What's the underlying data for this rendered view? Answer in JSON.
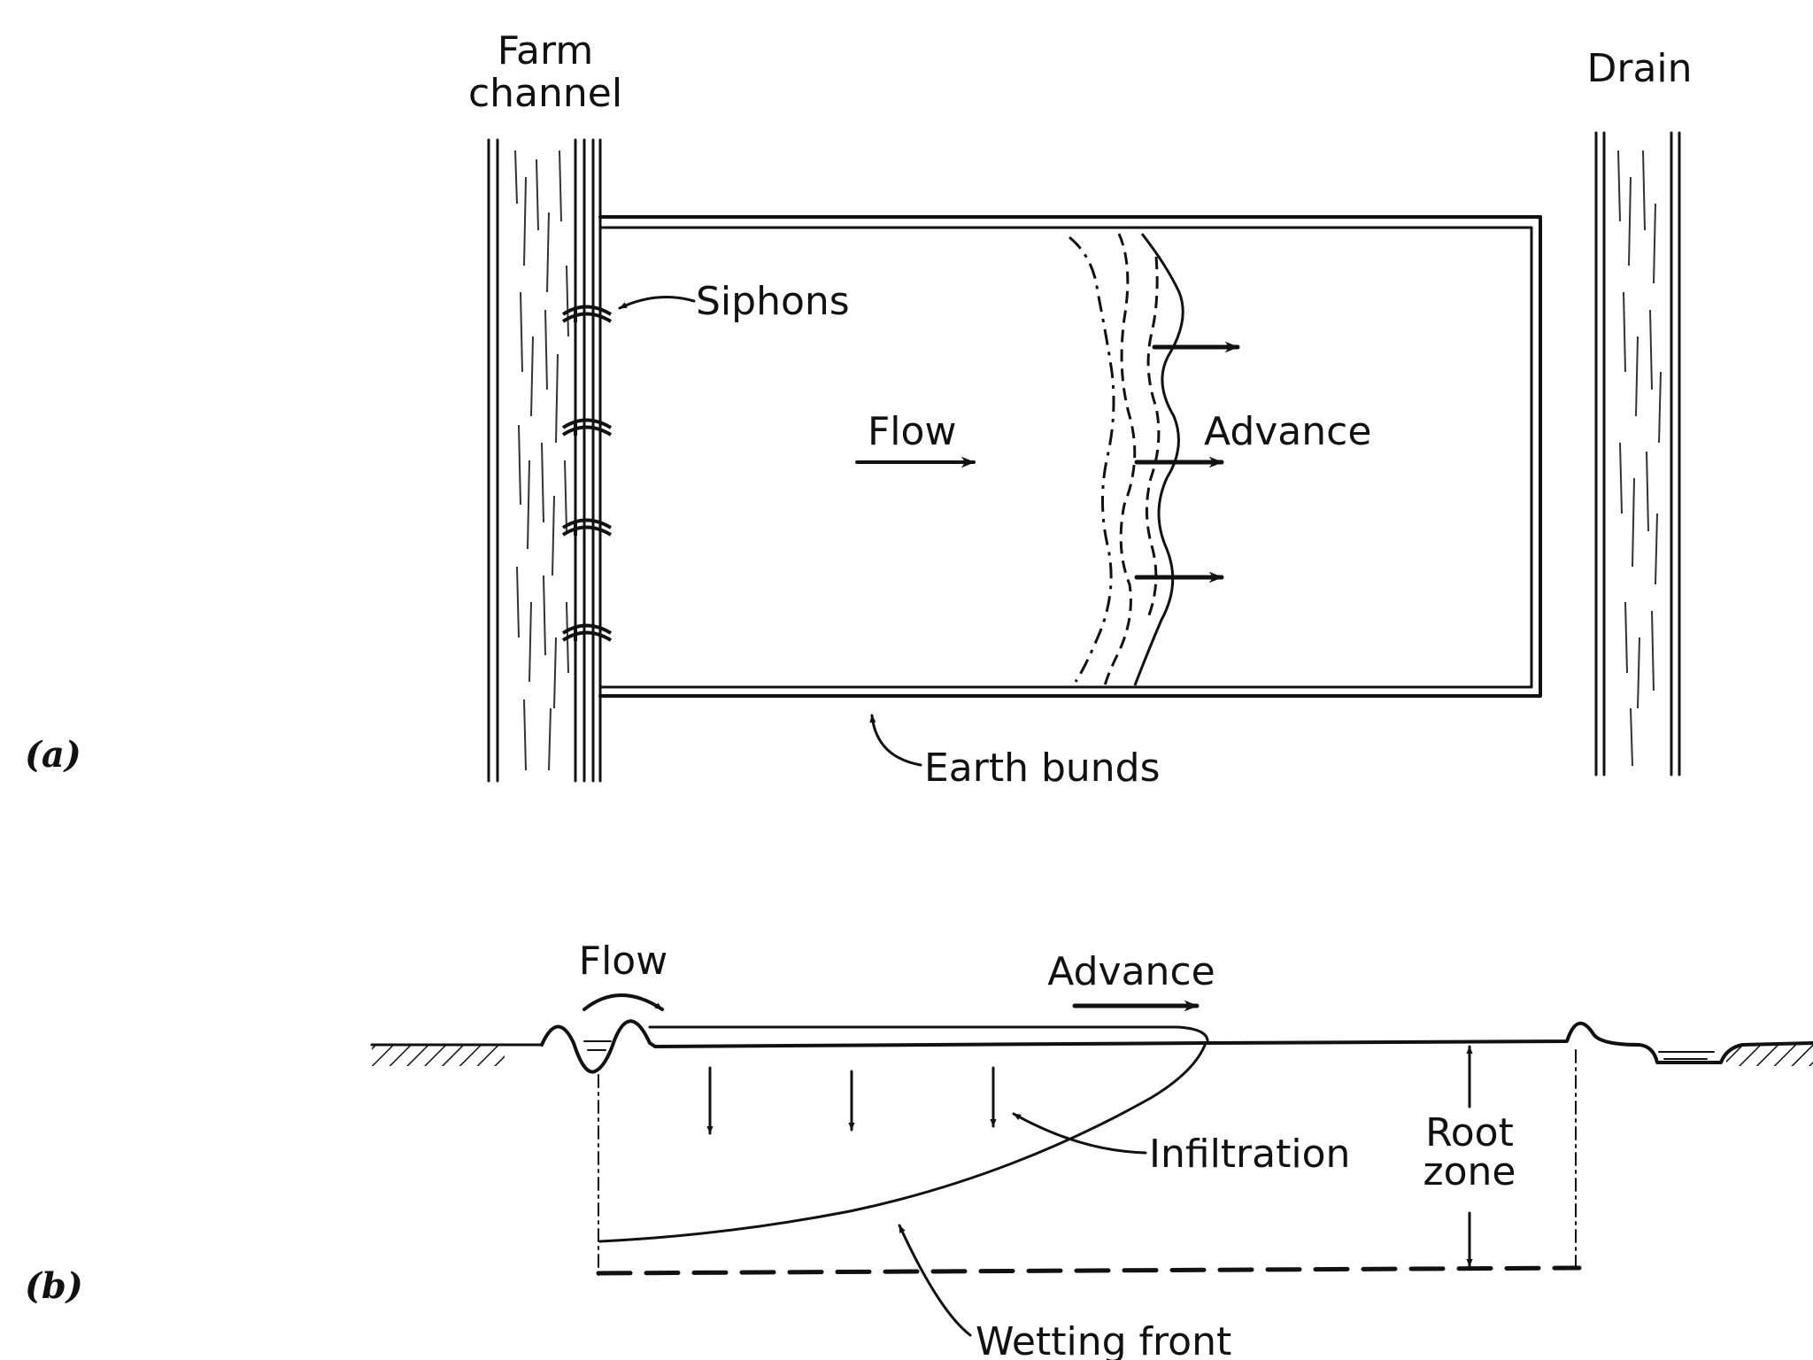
{
  "panel_a": {
    "label": "(a)",
    "farm_channel_line1": "Farm",
    "farm_channel_line2": "channel",
    "drain": "Drain",
    "siphons": "Siphons",
    "flow": "Flow",
    "advance": "Advance",
    "earth_bunds": "Earth bunds"
  },
  "panel_b": {
    "label": "(b)",
    "flow": "Flow",
    "advance": "Advance",
    "infiltration": "Infiltration",
    "root_zone_line1": "Root",
    "root_zone_line2": "zone",
    "wetting_front": "Wetting front"
  }
}
